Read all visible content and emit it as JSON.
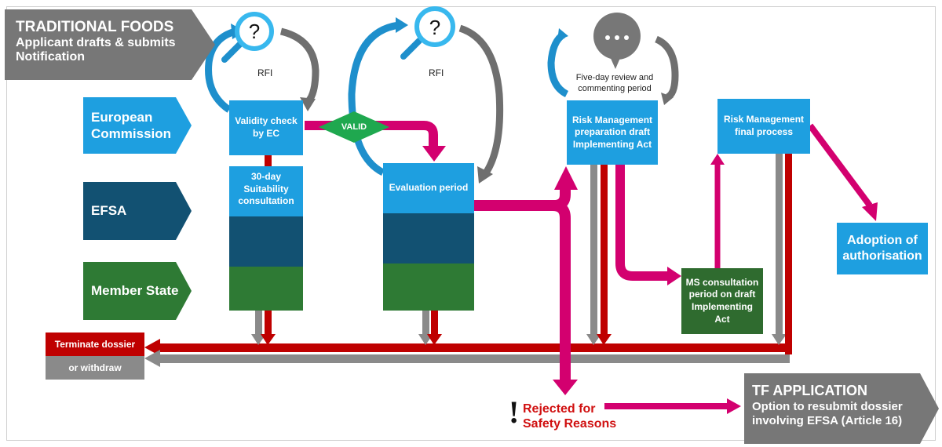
{
  "header": {
    "title": "TRADITIONAL FOODS",
    "line2": "Applicant drafts & submits",
    "line3": "Notification"
  },
  "actors": {
    "ec": "European Commission",
    "efsa": "EFSA",
    "ms": "Member State"
  },
  "steps": {
    "validity": "Validity check by EC",
    "suitability": "30-day Suitability consultation",
    "evaluation": "Evaluation period",
    "rm_prep": "Risk Management preparation draft Implementing Act",
    "rm_final": "Risk Management final process",
    "ms_consult": "MS consultation period on draft Implementing Act",
    "adoption": "Adoption of authorisation"
  },
  "rfi": {
    "first": "RFI",
    "second": "RFI"
  },
  "review": {
    "line1": "Five-day review and",
    "line2": "commenting period"
  },
  "valid": "VALID",
  "terminate": {
    "line1": "Terminate dossier",
    "line2": "or withdraw"
  },
  "rejected": {
    "line1": "Rejected for",
    "line2": "Safety Reasons"
  },
  "tf_application": {
    "title": "TF APPLICATION",
    "line2": "Option to resubmit dossier",
    "line3": "involving EFSA (Article 16)"
  },
  "icons": [
    "question-magnifier-icon",
    "question-magnifier-icon",
    "speech-bubble-ellipsis-icon",
    "exclamation-icon"
  ],
  "colors": {
    "blue": "#1e9fe0",
    "navy": "#125172",
    "green": "#2e7a34",
    "magenta": "#d3006f",
    "red": "#bf0000",
    "grey": "#8a8a8a"
  }
}
